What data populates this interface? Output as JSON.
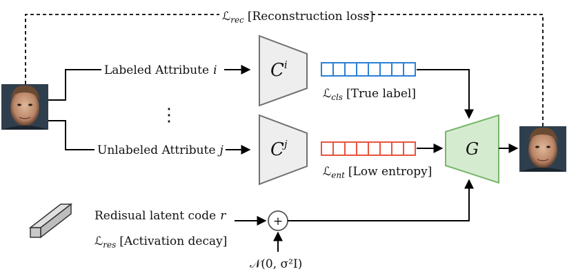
{
  "reconstruction": {
    "loss_symbol": "ℒ",
    "loss_sub": "rec",
    "loss_desc": "[Reconstruction loss]"
  },
  "branches": {
    "labeled": {
      "text": "Labeled Attribute",
      "var": "i",
      "classifier": "C",
      "classifier_sup": "i",
      "loss_symbol": "ℒ",
      "loss_sub": "cls",
      "loss_desc": "[True label]",
      "bar_color": "#2a7fd4",
      "cells": 8
    },
    "unlabeled": {
      "text": "Unlabeled Attribute",
      "var": "j",
      "classifier": "C",
      "classifier_sup": "j",
      "loss_symbol": "ℒ",
      "loss_sub": "ent",
      "loss_desc": "[Low entropy]",
      "bar_color": "#e8533a",
      "cells": 8
    }
  },
  "ellipsis": "⋮",
  "residual": {
    "text": "Redisual latent code",
    "var": "r",
    "loss_symbol": "ℒ",
    "loss_sub": "res",
    "loss_desc": "[Activation decay]",
    "plus": "+",
    "noise": "𝒩(0, σ²I)"
  },
  "generator": {
    "label": "G",
    "fill": "#d5ebd0",
    "stroke": "#78b56a"
  },
  "classifier_style": {
    "fill": "#eeeeee",
    "stroke": "#707070"
  },
  "icons": [
    "face-photo-input",
    "face-photo-output",
    "latent-code-bar-icon"
  ]
}
